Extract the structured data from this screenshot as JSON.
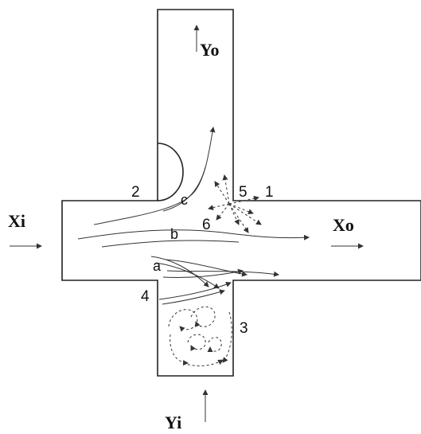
{
  "labels": {
    "inlet_x": "Xi",
    "outlet_x": "Xo",
    "inlet_y": "Yi",
    "outlet_y": "Yo"
  },
  "points": [
    "1",
    "2",
    "3",
    "4",
    "5",
    "6"
  ],
  "streamlines": [
    "a",
    "b",
    "c"
  ]
}
